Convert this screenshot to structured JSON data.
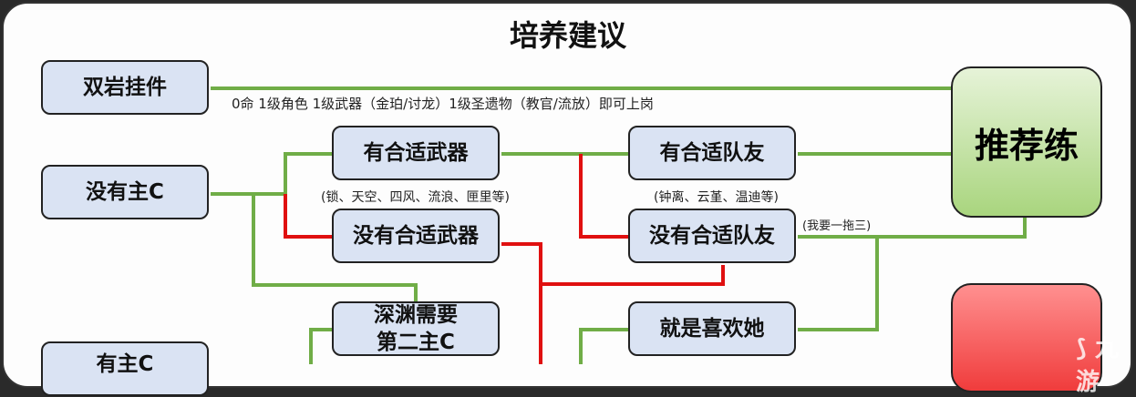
{
  "title": "培养建议",
  "boxes": {
    "double_rock": "双岩挂件",
    "no_main_c": "没有主C",
    "has_weapon": "有合适武器",
    "no_weapon": "没有合适武器",
    "has_team": "有合适队友",
    "no_team": "没有合适队友",
    "abyss": "深渊需要第二主C",
    "like_her": "就是喜欢她",
    "has_main_c": "有主C"
  },
  "recommend": "推荐练",
  "notes": {
    "double_rock": "0命 1级角色 1级武器（金珀/讨龙）1级圣遗物（教官/流放）即可上岗",
    "weapons": "(锁、天空、四风、流浪、匣里等)",
    "teammates": "(钟离、云堇、温迪等)",
    "carry": "(我要一拖三)"
  },
  "watermark": "九游",
  "colors": {
    "green": "#70ad47",
    "red": "#e01010",
    "box": "#dae3f3"
  }
}
